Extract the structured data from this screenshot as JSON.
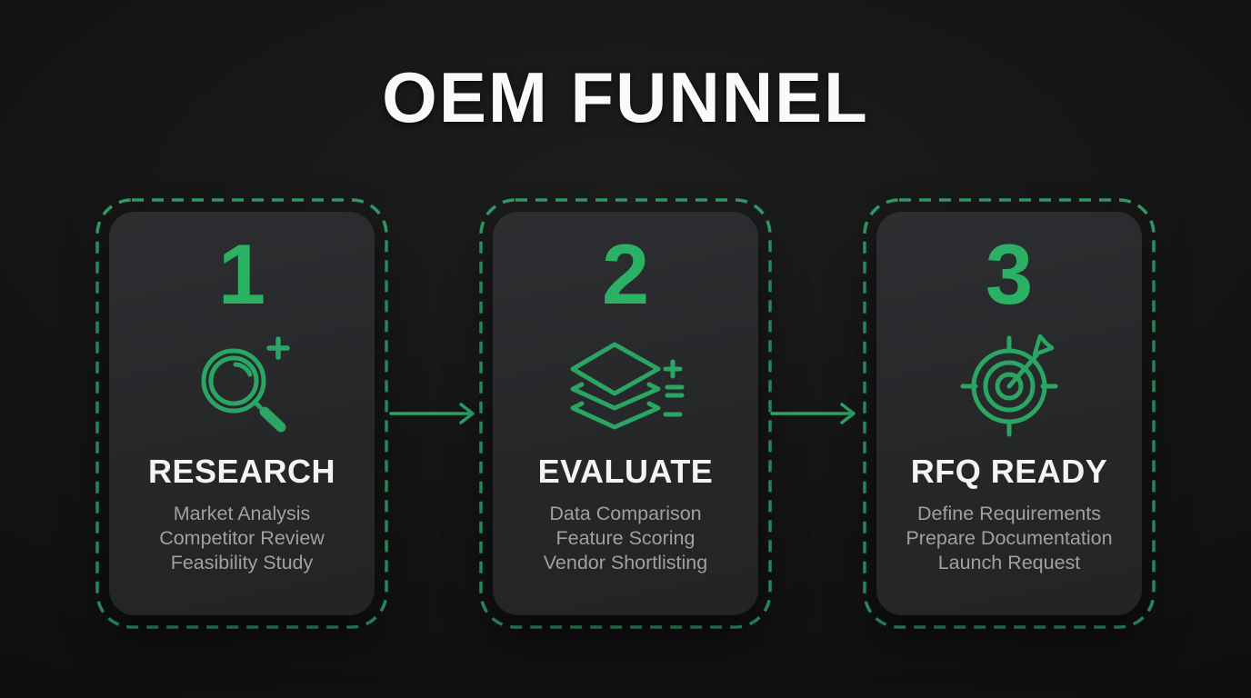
{
  "title": "OEM FUNNEL",
  "theme": {
    "background": "#151516",
    "card_background": "#27282a",
    "accent_green": "#2bb163",
    "dash_border_green": "#2f9e68",
    "icon_stroke_green": "#2aa563",
    "heading_color": "#f4f4f4",
    "subtext_color": "#a0a0a0"
  },
  "steps": [
    {
      "number": "1",
      "icon": "search-plus-icon",
      "title": "RESEARCH",
      "items": [
        "Market Analysis",
        "Competitor Review",
        "Feasibility Study"
      ]
    },
    {
      "number": "2",
      "icon": "layers-compare-icon",
      "title": "EVALUATE",
      "items": [
        "Data Comparison",
        "Feature Scoring",
        "Vendor Shortlisting"
      ]
    },
    {
      "number": "3",
      "icon": "target-arrow-icon",
      "title": "RFQ READY",
      "items": [
        "Define Requirements",
        "Prepare Documentation",
        "Launch Request"
      ]
    }
  ],
  "connectors": [
    {
      "icon": "arrow-right-icon"
    },
    {
      "icon": "arrow-right-icon"
    }
  ]
}
